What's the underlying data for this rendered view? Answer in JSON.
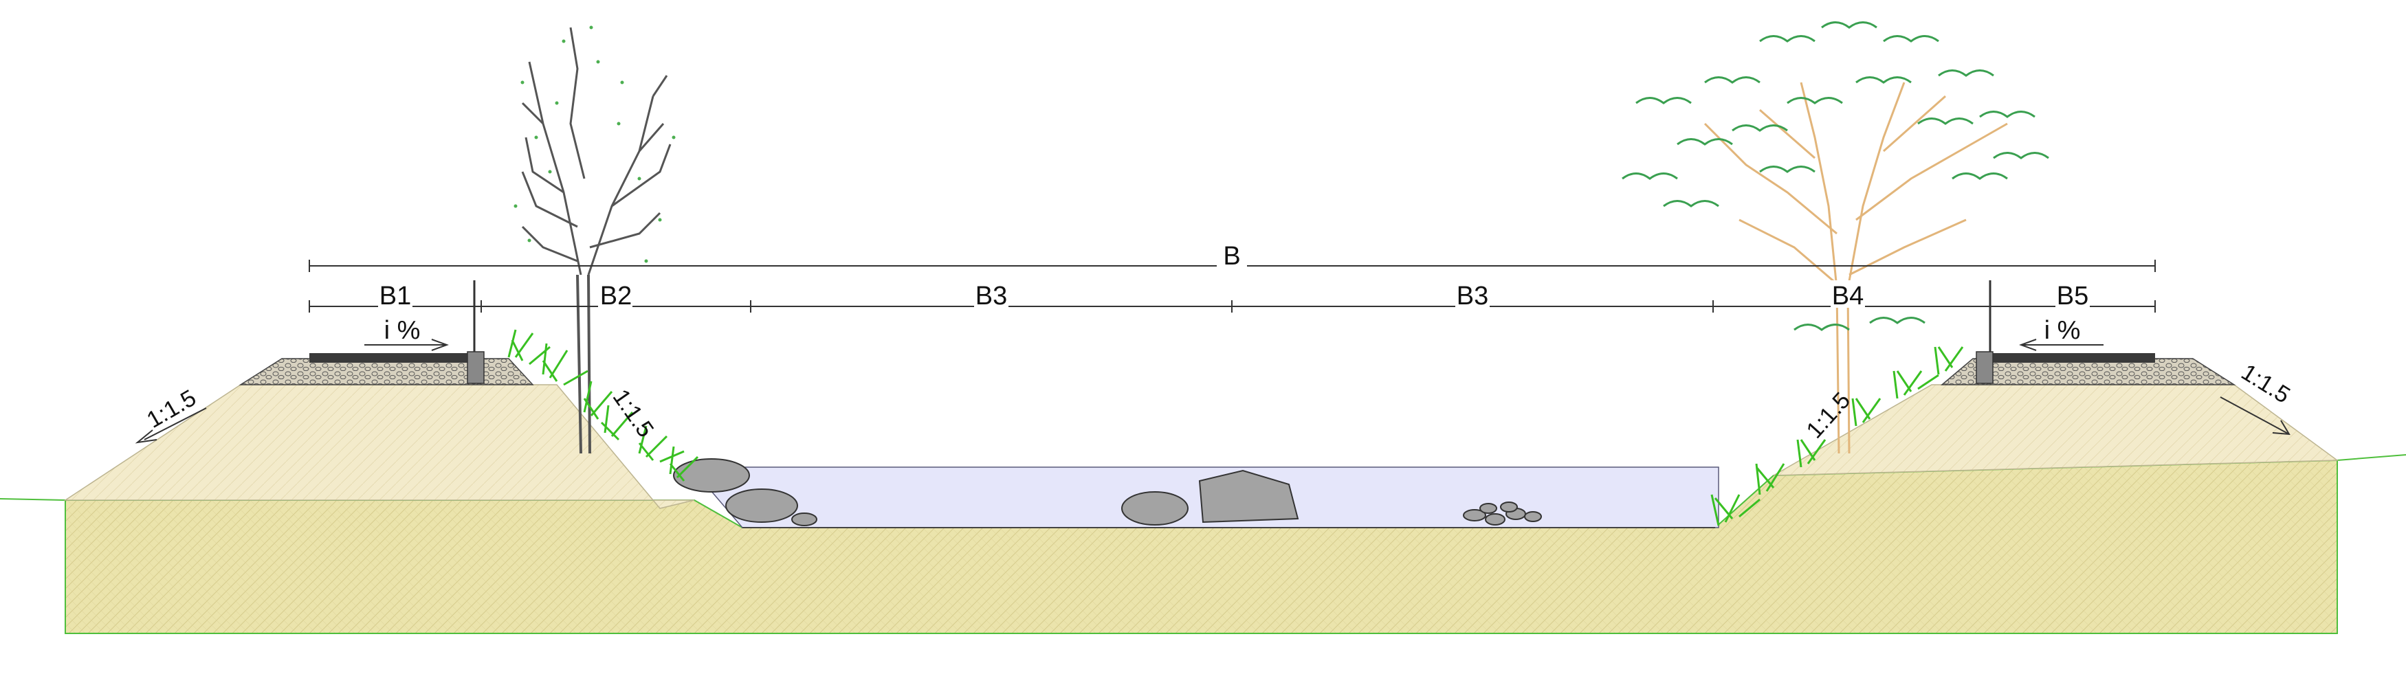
{
  "dimensions": {
    "total": "B",
    "segments": [
      "B1",
      "B2",
      "B3",
      "B3",
      "B4",
      "B5"
    ]
  },
  "cross_fall": {
    "left": "i %",
    "right": "i %"
  },
  "slopes": {
    "outer_left": "1:1.5",
    "inner_left": "1:1.5",
    "inner_right": "1:1.5",
    "outer_right": "1:1.5"
  },
  "colors": {
    "embankment_fill": "#f1e8c6",
    "ground_fill": "#ebe4ac",
    "water_fill": "#e5e6fa",
    "grass": "#39c022",
    "tree_right_canopy": "#3aa050",
    "tree_right_trunk": "#e2b57a",
    "tree_left": "#555555",
    "stone": "#a3a3a3"
  }
}
